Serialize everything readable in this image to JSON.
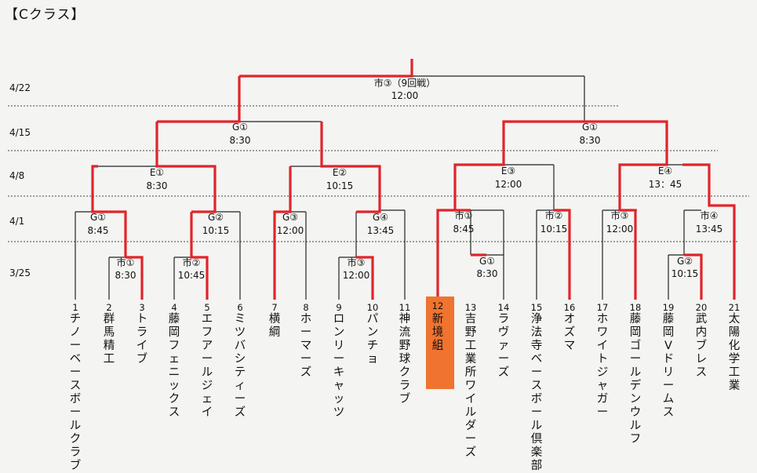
{
  "title": "【Cクラス】",
  "colors": {
    "win": "#e0242b",
    "line": "#222222",
    "highlight": "#f0732f",
    "guide": "#444444"
  },
  "dates": [
    "4/22",
    "4/15",
    "4/8",
    "4/1",
    "3/25"
  ],
  "teams": [
    {
      "no": "1",
      "name": "チノーベースボールクラブ"
    },
    {
      "no": "2",
      "name": "群馬精工"
    },
    {
      "no": "3",
      "name": "トライブ"
    },
    {
      "no": "4",
      "name": "藤岡フェニックス"
    },
    {
      "no": "5",
      "name": "エフアールジェイ"
    },
    {
      "no": "6",
      "name": "ミツバシティーズ"
    },
    {
      "no": "7",
      "name": "横綱"
    },
    {
      "no": "8",
      "name": "ホーマーズ"
    },
    {
      "no": "9",
      "name": "ロンリーキャッツ"
    },
    {
      "no": "10",
      "name": "パンチョ"
    },
    {
      "no": "11",
      "name": "神流野球クラブ"
    },
    {
      "no": "12",
      "name": "新境組"
    },
    {
      "no": "13",
      "name": "吉野工業所ワイルダーズ"
    },
    {
      "no": "14",
      "name": "ラヴァーズ"
    },
    {
      "no": "15",
      "name": "浄法寺ベースボール倶楽部"
    },
    {
      "no": "16",
      "name": "オズマ"
    },
    {
      "no": "17",
      "name": "ホワイトジャガー"
    },
    {
      "no": "18",
      "name": "藤岡ゴールデンウルフ"
    },
    {
      "no": "19",
      "name": "藤岡Vドリームス"
    },
    {
      "no": "20",
      "name": "武内ブレス"
    },
    {
      "no": "21",
      "name": "太陽化学工業"
    }
  ],
  "matches": [
    {
      "venue": "市①",
      "time": "8:30"
    },
    {
      "venue": "市②",
      "time": "10:45"
    },
    {
      "venue": "市③",
      "time": "12:00"
    },
    {
      "venue": "G①",
      "time": "8:30"
    },
    {
      "venue": "G②",
      "time": "10:15"
    },
    {
      "venue": "G①",
      "time": "8:45"
    },
    {
      "venue": "G②",
      "time": "10:15"
    },
    {
      "venue": "G③",
      "time": "12:00"
    },
    {
      "venue": "G④",
      "time": "13:45"
    },
    {
      "venue": "市①",
      "time": "8:45"
    },
    {
      "venue": "市②",
      "time": "10:15"
    },
    {
      "venue": "市③",
      "time": "12:00"
    },
    {
      "venue": "市④",
      "time": "13:45"
    },
    {
      "venue": "E①",
      "time": "8:30"
    },
    {
      "venue": "E②",
      "time": "10:15"
    },
    {
      "venue": "E③",
      "time": "12:00"
    },
    {
      "venue": "E④",
      "time": "13：45"
    },
    {
      "venue": "G①",
      "time": "8:30"
    },
    {
      "venue": "G①",
      "time": "8:30"
    },
    {
      "venue": "市③（9回戦）",
      "time": "12:00"
    }
  ]
}
